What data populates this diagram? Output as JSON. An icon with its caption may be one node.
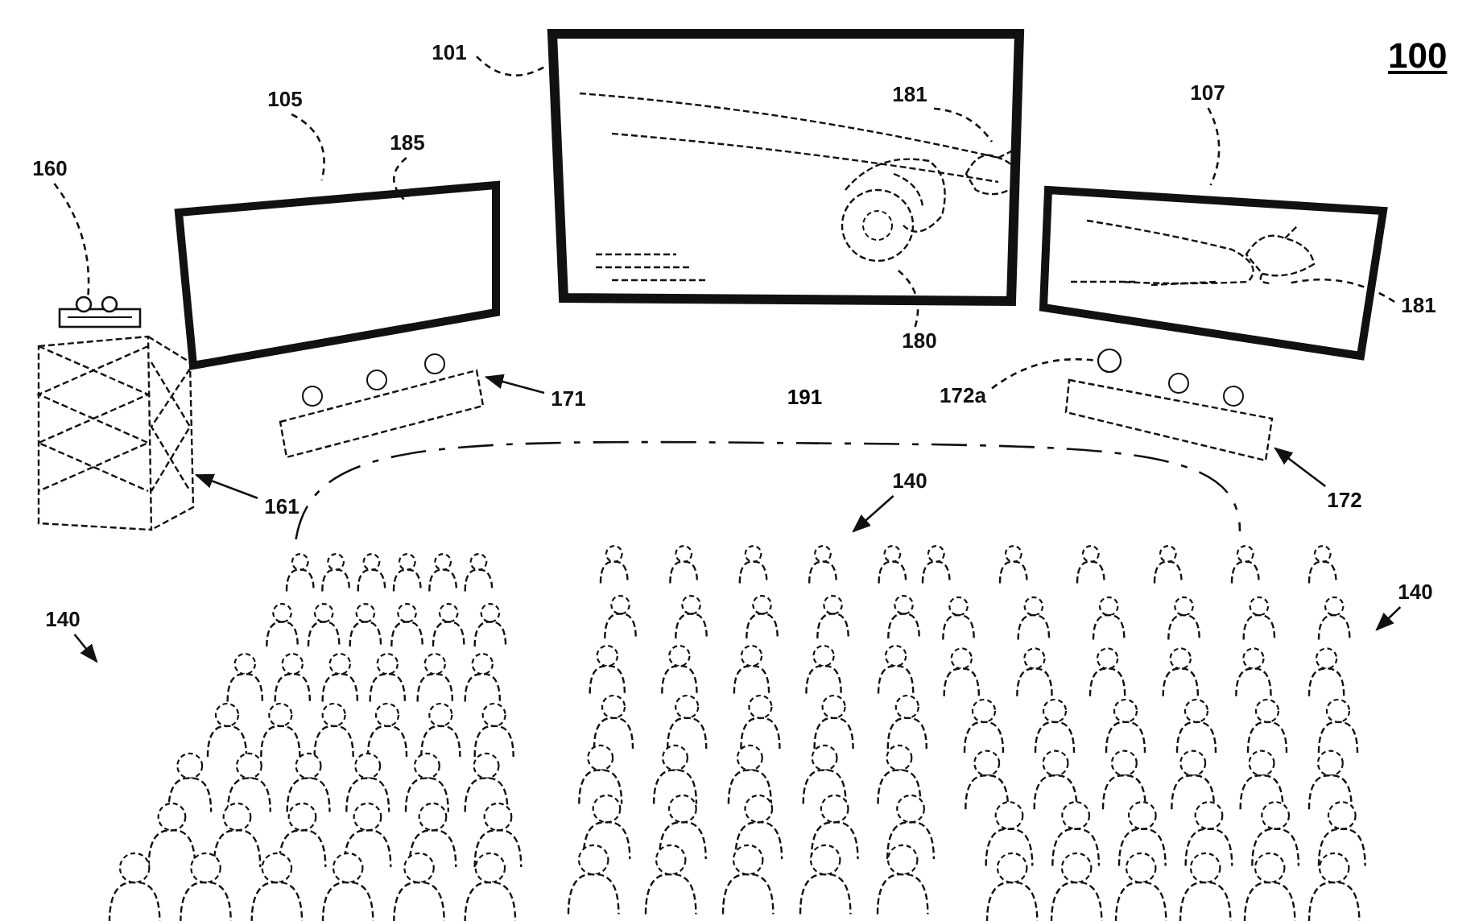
{
  "diagram": {
    "nodes": [
      {
        "text": [
          "101"
        ]
      },
      {
        "text": [],
        "shape": "picture"
      },
      {
        "text": [],
        "shape": "picture",
        "in": 1
      },
      {
        "text": [],
        "shape": "picture",
        "in": 1
      },
      {
        "text": [
          "181"
        ],
        "in": 1
      },
      {
        "text": [
          "180"
        ]
      },
      {
        "text": [
          "105"
        ]
      },
      {
        "text": [],
        "shape": "picture"
      },
      {
        "text": [
          "185"
        ]
      },
      {
        "text": [
          "107"
        ]
      },
      {
        "text": [],
        "shape": "picture"
      },
      {
        "text": [],
        "shape": "picture",
        "in": 10
      },
      {
        "text": [
          "181"
        ]
      },
      {
        "text": [
          "160"
        ]
      },
      {
        "text": [],
        "shape": "picture"
      },
      {
        "text": [],
        "shape": "picture"
      },
      {
        "text": [
          "161"
        ]
      },
      {
        "text": [],
        "shape": "picture"
      },
      {
        "text": [
          "171"
        ]
      },
      {
        "text": [],
        "shape": "picture"
      },
      {
        "text": [],
        "shape": "circle"
      },
      {
        "text": [
          "172a"
        ]
      },
      {
        "text": [
          "172"
        ]
      },
      {
        "text": [],
        "shape": "picture"
      },
      {
        "text": [],
        "shape": "picture"
      },
      {
        "text": [],
        "shape": "picture"
      },
      {
        "text": [
          "140"
        ]
      },
      {
        "text": [
          "140"
        ]
      },
      {
        "text": [
          "140"
        ]
      }
    ],
    "edges": [
      {
        "from": 0,
        "to": 1,
        "arrow": "none",
        "style": "dashed"
      },
      {
        "from": 4,
        "to": 3,
        "arrow": "none",
        "style": "dashed"
      },
      {
        "from": 5,
        "to": 2,
        "arrow": "none",
        "style": "dashed"
      },
      {
        "from": 6,
        "to": 7,
        "arrow": "none",
        "style": "dashed"
      },
      {
        "from": 8,
        "to": 7,
        "arrow": "none",
        "style": "dashed"
      },
      {
        "from": 9,
        "to": 10,
        "arrow": "none",
        "style": "dashed"
      },
      {
        "from": 12,
        "to": 11,
        "arrow": "none",
        "style": "dashed"
      },
      {
        "from": 13,
        "to": 15,
        "arrow": "none",
        "style": "dashed"
      },
      {
        "from": 16,
        "to": 14,
        "arrow": "to"
      },
      {
        "from": 18,
        "to": 17,
        "arrow": "to"
      },
      {
        "from": 21,
        "to": 20,
        "arrow": "none",
        "style": "dashed"
      },
      {
        "from": 22,
        "to": 19,
        "arrow": "to"
      },
      {
        "from": 26,
        "to": 23,
        "arrow": "to"
      },
      {
        "from": 27,
        "to": 24,
        "arrow": "to"
      },
      {
        "from": 28,
        "to": 25,
        "arrow": "to"
      },
      {
        "from": 23,
        "to": 25,
        "arrow": "none",
        "style": "dashed",
        "label": "191"
      }
    ],
    "labels": [
      "100"
    ]
  }
}
